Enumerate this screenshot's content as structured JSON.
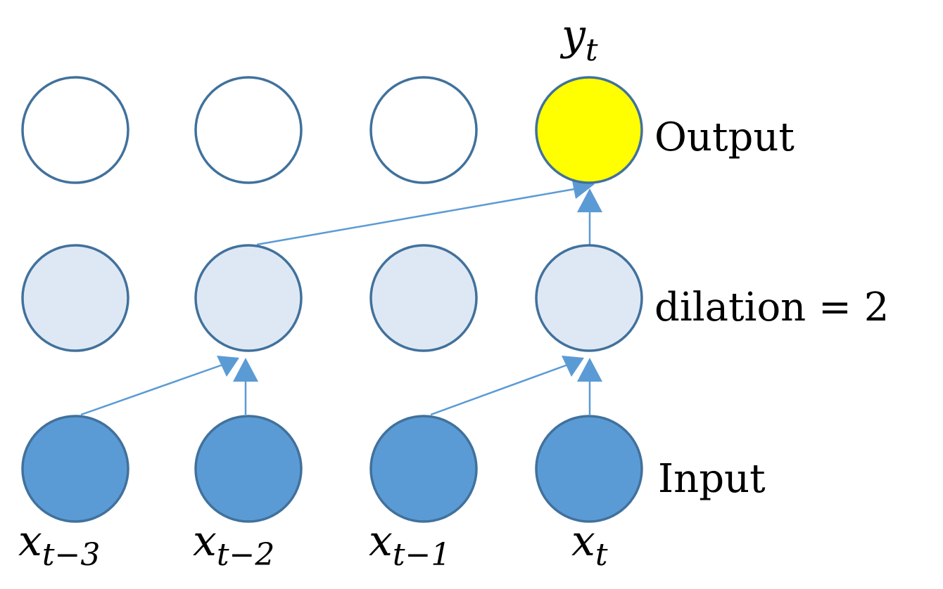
{
  "layers": {
    "output_label": "Output",
    "hidden_label": "dilation = 2",
    "input_label": "Input"
  },
  "variables": {
    "output": {
      "base": "y",
      "sub": "t"
    },
    "inputs": [
      {
        "base": "x",
        "sub": "t−3"
      },
      {
        "base": "x",
        "sub": "t−2"
      },
      {
        "base": "x",
        "sub": "t−1"
      },
      {
        "base": "x",
        "sub": "t"
      }
    ]
  },
  "colors": {
    "node_stroke": "#41719c",
    "output_fill": "#ffffff",
    "output_active_fill": "#ffff00",
    "hidden_fill": "#dee8f4",
    "input_fill": "#5b9bd5",
    "edge": "#5b9bd5"
  }
}
